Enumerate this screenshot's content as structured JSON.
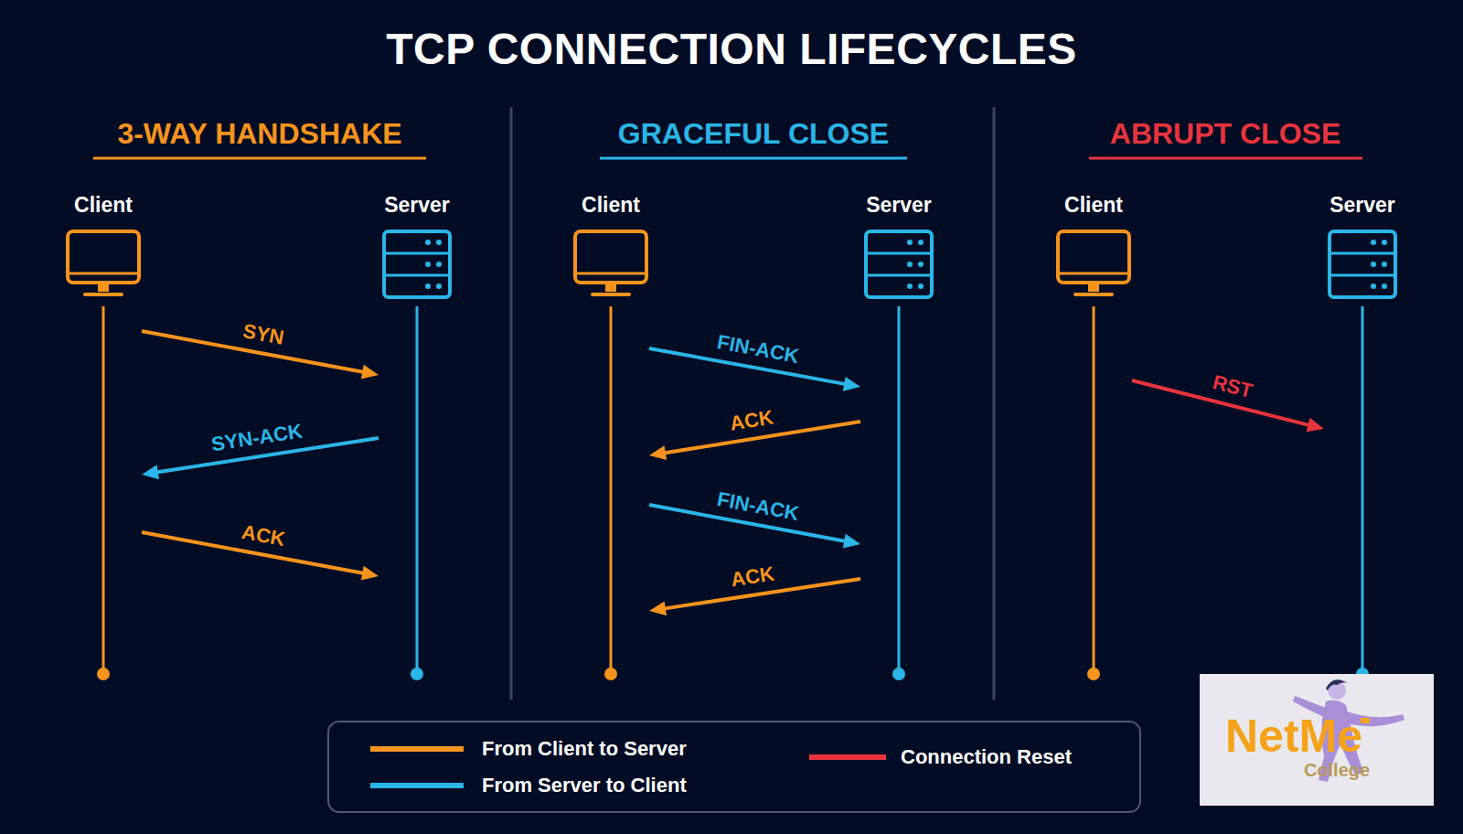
{
  "diagram": {
    "title": "TCP CONNECTION LIFECYCLES",
    "nodes": [
      {
        "text": [
          "Client"
        ]
      },
      {
        "text": [
          "Server"
        ]
      },
      {
        "text": [
          "Client"
        ]
      },
      {
        "text": [
          "Server"
        ]
      },
      {
        "text": [
          "Client"
        ]
      },
      {
        "text": [
          "Server"
        ]
      }
    ],
    "edges": [
      {
        "from": 0,
        "to": 1,
        "label": "SYN",
        "arrow": "to"
      },
      {
        "from": 1,
        "to": 0,
        "label": "SYN-ACK",
        "arrow": "to"
      },
      {
        "from": 0,
        "to": 1,
        "label": "ACK",
        "arrow": "to"
      },
      {
        "from": 2,
        "to": 3,
        "label": "FIN-ACK",
        "arrow": "to"
      },
      {
        "from": 3,
        "to": 2,
        "label": "ACK",
        "arrow": "to"
      },
      {
        "from": 2,
        "to": 3,
        "label": "FIN-ACK",
        "arrow": "to"
      },
      {
        "from": 3,
        "to": 2,
        "label": "ACK",
        "arrow": "to"
      },
      {
        "from": 4,
        "to": 5,
        "label": "RST",
        "arrow": "to"
      }
    ],
    "labels": [
      "3-WAY HANDSHAKE",
      "GRACEFUL CLOSE",
      "ABRUPT CLOSE",
      "NetMe",
      "College"
    ],
    "legend": [
      {
        "text": "From Client to Server",
        "color": "#f7941d"
      },
      {
        "text": "From Server to Client",
        "color": "#2bb5e8"
      },
      {
        "text": "Connection Reset",
        "color": "#e8343f"
      }
    ]
  }
}
